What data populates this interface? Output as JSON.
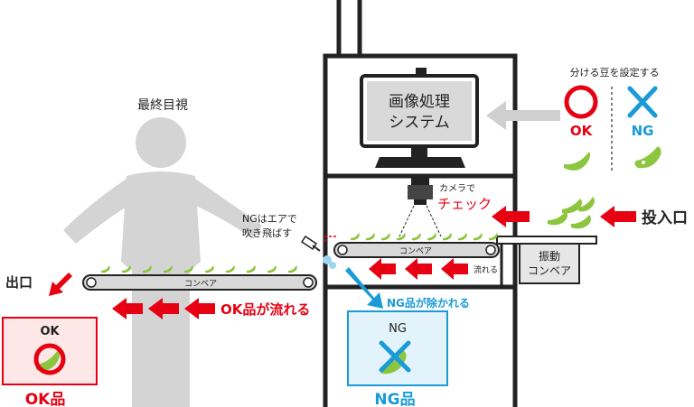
{
  "labels": {
    "final_inspection": "最終目視",
    "image_system": "画像処理\nシステム",
    "set_beans": "分ける豆を設定する",
    "ok": "OK",
    "ng": "NG",
    "camera": "カメラで",
    "check": "チェック",
    "ng_air": "NGはエアで\n吹き飛ばす",
    "conveyor": "コンベア",
    "flows": "流れる",
    "vibration_conveyor": "振動\nコンベア",
    "input": "投入口",
    "output": "出口",
    "ok_flow": "OK品が流れる",
    "ng_removed": "NG品が除かれる",
    "ok_goods": "OK品",
    "ng_goods": "NG品"
  },
  "colors": {
    "accent_red": "#e60012",
    "accent_blue": "#1a9bd7",
    "bean_green": "#8cc63f",
    "person_gray": "#d4d4d4"
  }
}
